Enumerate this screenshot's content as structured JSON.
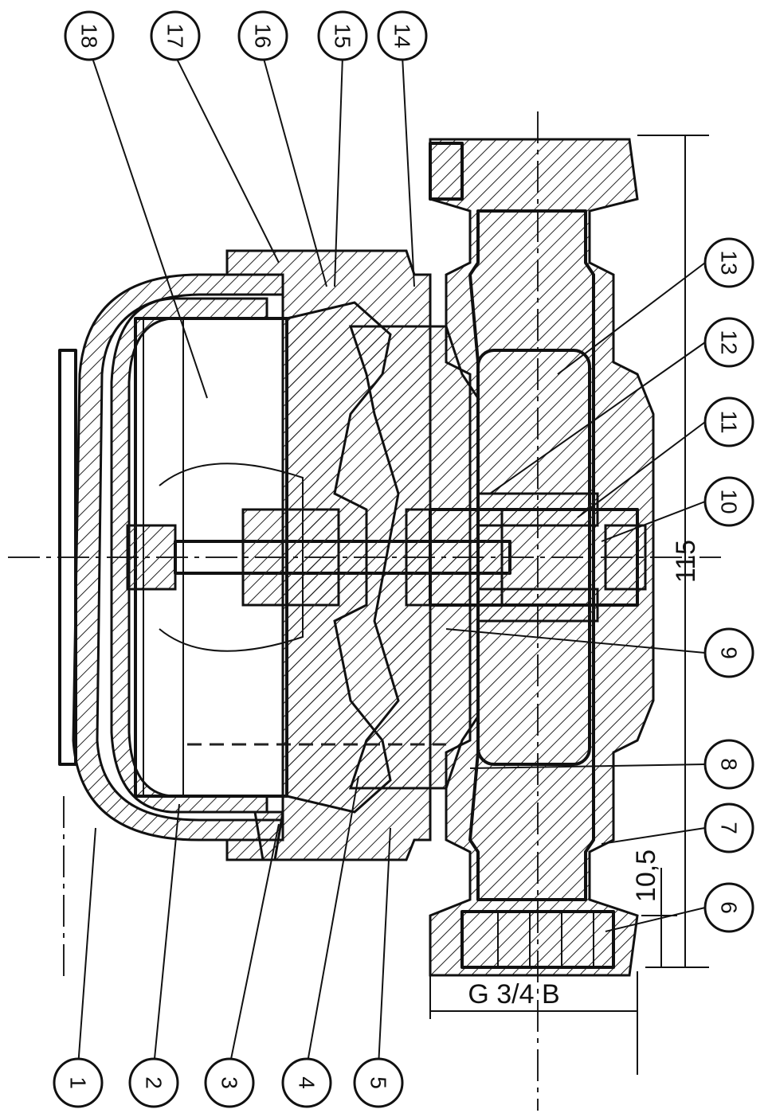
{
  "callouts": {
    "c1": "1",
    "c2": "2",
    "c3": "3",
    "c4": "4",
    "c5": "5",
    "c6": "6",
    "c7": "7",
    "c8": "8",
    "c9": "9",
    "c10": "10",
    "c11": "11",
    "c12": "12",
    "c13": "13",
    "c14": "14",
    "c15": "15",
    "c16": "16",
    "c17": "17",
    "c18": "18"
  },
  "dimensions": {
    "overall_length": "115",
    "offset": "10,5",
    "thread": "G 3/4  B"
  }
}
